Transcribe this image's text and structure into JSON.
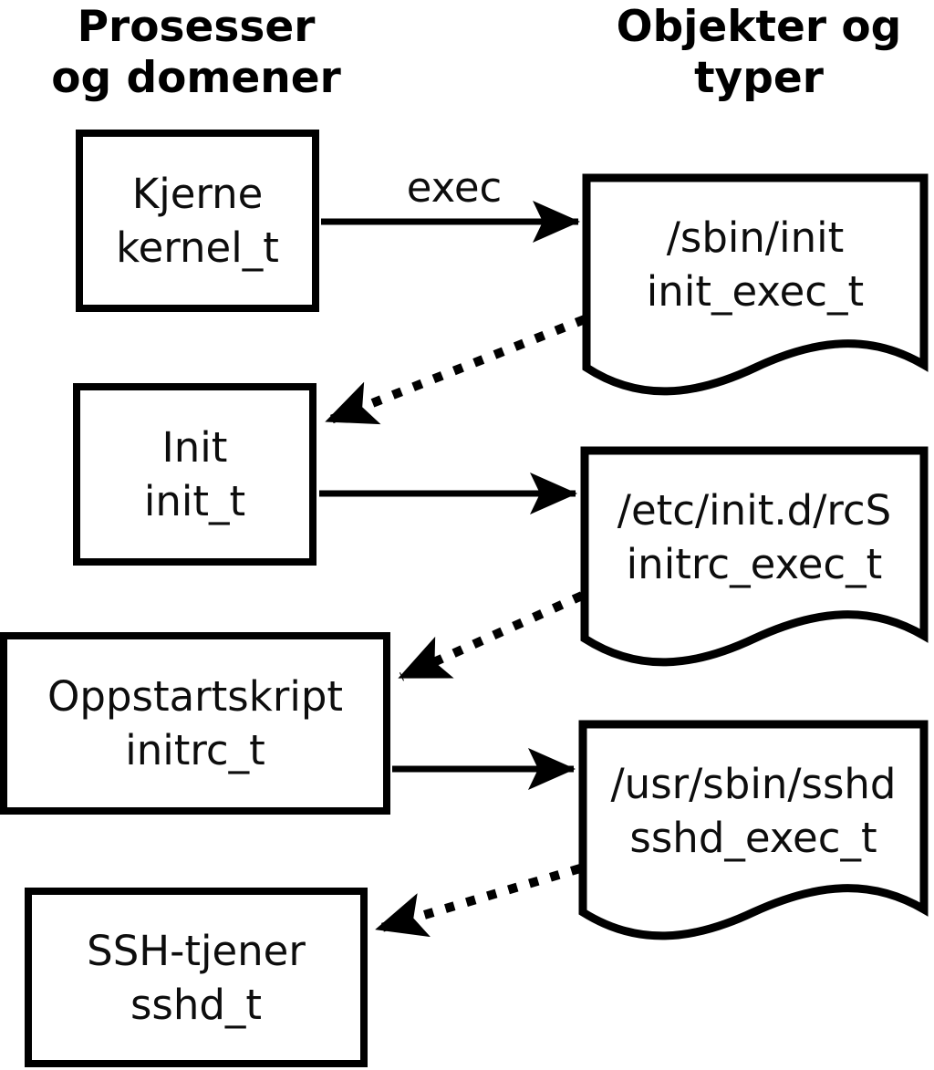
{
  "diagram": {
    "left_column_title": {
      "line1": "Prosesser",
      "line2": "og domener"
    },
    "right_column_title": {
      "line1": "Objekter og",
      "line2": "typer"
    },
    "processes": [
      {
        "name": "Kjerne",
        "type": "kernel_t"
      },
      {
        "name": "Init",
        "type": "init_t"
      },
      {
        "name": "Oppstartskript",
        "type": "initrc_t"
      },
      {
        "name": "SSH-tjener",
        "type": "sshd_t"
      }
    ],
    "objects": [
      {
        "path": "/sbin/init",
        "type": "init_exec_t"
      },
      {
        "path": "/etc/init.d/rcS",
        "type": "initrc_exec_t"
      },
      {
        "path": "/usr/sbin/sshd",
        "type": "sshd_exec_t"
      }
    ],
    "edges": [
      {
        "from": "kernel_t",
        "to": "init_exec_t",
        "style": "solid",
        "label": "exec"
      },
      {
        "from": "init_exec_t",
        "to": "init_t",
        "style": "dotted",
        "label": ""
      },
      {
        "from": "init_t",
        "to": "initrc_exec_t",
        "style": "solid",
        "label": ""
      },
      {
        "from": "initrc_exec_t",
        "to": "initrc_t",
        "style": "dotted",
        "label": ""
      },
      {
        "from": "initrc_t",
        "to": "sshd_exec_t",
        "style": "solid",
        "label": ""
      },
      {
        "from": "sshd_exec_t",
        "to": "sshd_t",
        "style": "dotted",
        "label": ""
      }
    ],
    "colors": {
      "stroke": "#000000",
      "background": "#ffffff",
      "text": "#0d0d0d"
    }
  }
}
